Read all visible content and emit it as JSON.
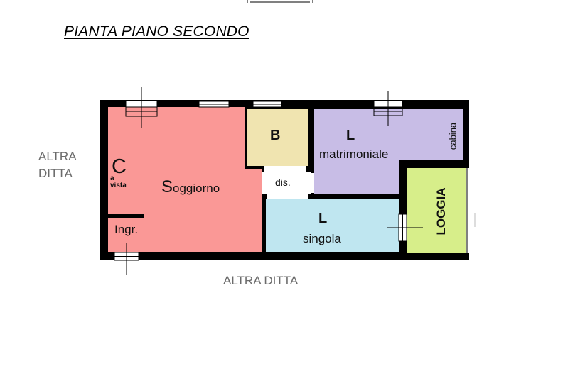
{
  "title": "PIANTA PIANO SECONDO",
  "neighbors": {
    "left_line1": "ALTRA",
    "left_line2": "DITTA",
    "bottom": "ALTRA DITTA"
  },
  "rooms": {
    "soggiorno": {
      "cap": "S",
      "rest": "oggiorno",
      "color": "#fa9896"
    },
    "cucina": {
      "cap": "C",
      "note_line1": "a",
      "note_line2": "vista"
    },
    "ingresso": {
      "label": "Ingr."
    },
    "bagno": {
      "label": "B",
      "color": "#f0e4b0"
    },
    "disimpegno": {
      "label": "dis."
    },
    "matrimoniale": {
      "letter": "L",
      "label": "matrimoniale",
      "color": "#c8bde6"
    },
    "cabina": {
      "label": "cabina"
    },
    "singola": {
      "letter": "L",
      "label": "singola",
      "color": "#bfe6f0"
    },
    "loggia": {
      "label": "LOGGIA",
      "color": "#d7ee8a"
    }
  }
}
